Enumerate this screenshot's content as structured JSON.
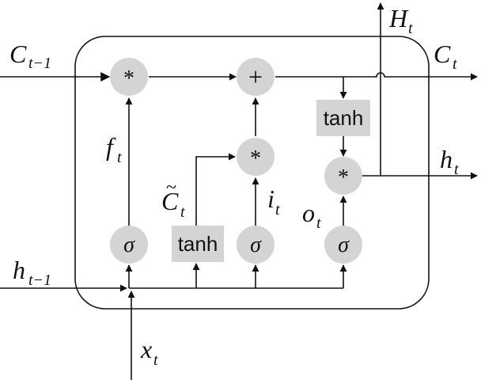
{
  "inputs": {
    "c_prev": {
      "main": "C",
      "sub": "t−1"
    },
    "h_prev": {
      "main": "h",
      "sub": "t−1"
    },
    "x_t": {
      "main": "x",
      "sub": "t"
    }
  },
  "outputs": {
    "H_t": {
      "main": "H",
      "sub": "t"
    },
    "C_t": {
      "main": "C",
      "sub": "t"
    },
    "h_t": {
      "main": "h",
      "sub": "t"
    }
  },
  "gates": {
    "f_t": {
      "main": "f",
      "sub": "t"
    },
    "i_t": {
      "main": "i",
      "sub": "t"
    },
    "o_t": {
      "main": "o",
      "sub": "t"
    },
    "c_tilde": {
      "main": "C",
      "tilde": "~",
      "sub": "t"
    }
  },
  "operators": {
    "multiply": "*",
    "add": "+",
    "sigma": "σ",
    "tanh": "tanh"
  }
}
